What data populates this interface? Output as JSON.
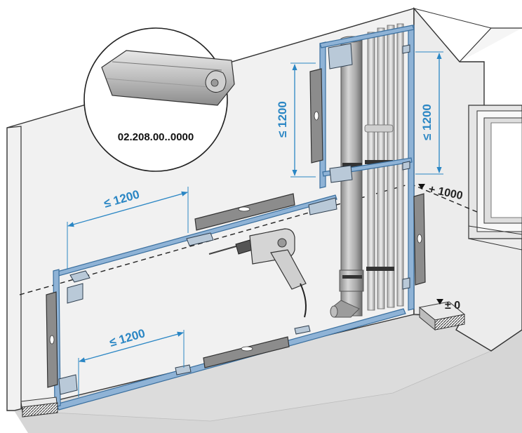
{
  "title": "",
  "profile": {
    "code": "02.208.00..0000"
  },
  "dimensions": {
    "top_horizontal": "≤ 1200",
    "bottom_horizontal": "≤ 1200",
    "vertical_left": "≤ 1200",
    "vertical_right": "≤ 1200"
  },
  "levels": {
    "upper": "+ 1000",
    "floor": "± 0"
  },
  "colors": {
    "rail": "#8fb3d6",
    "rail_edge": "#3a6f9e",
    "dimension": "#2a86c4",
    "wall": "#f2f2f2",
    "floor": "#d9d9d9"
  },
  "icons": {
    "drill": "power-drill-icon",
    "spirit_level": "spirit-level-icon",
    "bracket": "wall-bracket-icon"
  }
}
